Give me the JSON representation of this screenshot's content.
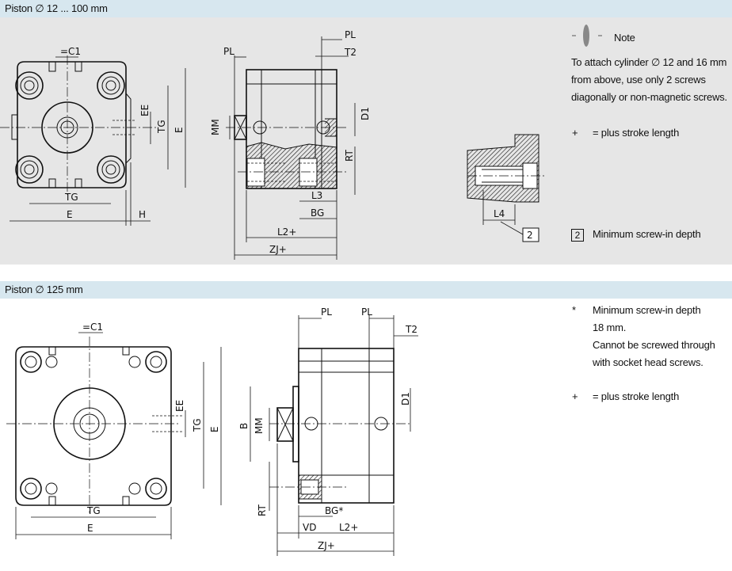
{
  "section1": {
    "title": "Piston ∅ 12 ... 100 mm",
    "note_label": "Note",
    "note_text": [
      "To attach cylinder ∅ 12 and 16 mm",
      "from above, use only 2 screws",
      "diagonally or non-magnetic screws."
    ],
    "plus_symbol": "+",
    "plus_text": "= plus stroke length",
    "callout_number": "2",
    "callout_text": "Minimum screw-in depth",
    "dims": {
      "c1": "=C1",
      "ee": "EE",
      "tg_v": "TG",
      "e_v": "E",
      "tg_h": "TG",
      "e_h": "E",
      "h": "H",
      "pl_left": "PL",
      "pl_top": "PL",
      "t2": "T2",
      "mm": "MM",
      "d1": "D1",
      "rt": "RT",
      "l3": "L3",
      "bg": "BG",
      "l2": "L2+",
      "zj": "ZJ+",
      "l4": "L4"
    }
  },
  "section2": {
    "title": "Piston ∅ 125 mm",
    "star_symbol": "*",
    "star_text": [
      "Minimum screw-in depth",
      "18 mm.",
      "Cannot be screwed through",
      "with socket head screws."
    ],
    "plus_symbol": "+",
    "plus_text": "= plus stroke length",
    "dims": {
      "c1": "=C1",
      "ee": "EE",
      "tg_v": "TG",
      "e_v": "E",
      "tg_h": "TG",
      "e_h": "E",
      "pl1": "PL",
      "pl2": "PL",
      "t2": "T2",
      "b": "B",
      "mm": "MM",
      "d1": "D1",
      "rt": "RT",
      "bg": "BG*",
      "vd": "VD",
      "l2": "L2+",
      "zj": "ZJ+"
    }
  },
  "colors": {
    "header_band": "#d7e7ef",
    "panel_bg": "#e6e6e6",
    "hatch": "#111111"
  }
}
